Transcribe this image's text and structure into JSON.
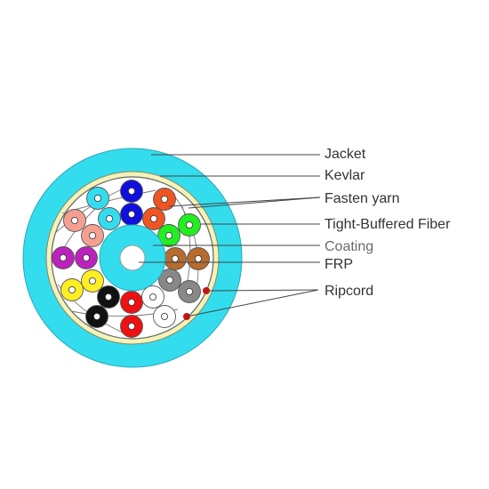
{
  "diagram": {
    "labels": {
      "jacket": "Jacket",
      "kevlar": "Kevlar",
      "fasten_yarn": "Fasten yarn",
      "tight_buffered_fiber": "Tight-Buffered Fiber",
      "coating": "Coating",
      "frp": "FRP",
      "ripcord": "Ripcord"
    },
    "fiber_count": 24,
    "colors": {
      "jacket": "#33ddee",
      "kevlar": "#f4f2b8",
      "core_background": "#ffffff",
      "frp_coating": "#33ddee",
      "frp": "#ffffff",
      "ripcord": "#cc1111",
      "fibers": {
        "blue": "#1010dd",
        "orange": "#ee5522",
        "aqua": "#33ddee",
        "rose": "#f4a090",
        "green": "#22ee22",
        "violet": "#bb22bb",
        "brown": "#b86b2f",
        "yellow": "#ffee22",
        "slate": "#888888",
        "black": "#111111",
        "red": "#ee1111",
        "white": "#ffffff"
      }
    }
  }
}
